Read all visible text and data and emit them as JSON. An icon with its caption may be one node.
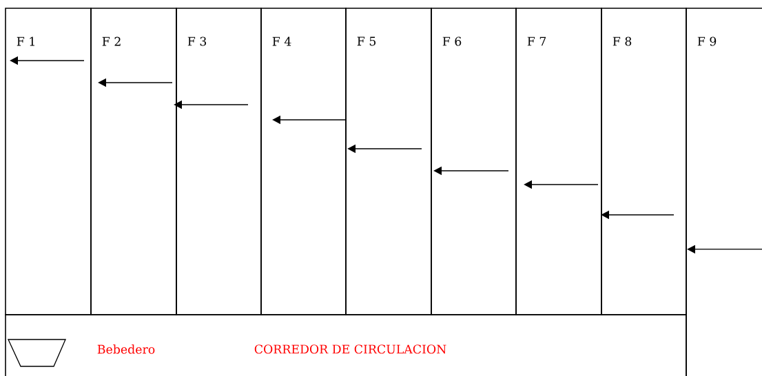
{
  "diagram": {
    "nodes": [
      {
        "text": [
          "F 1"
        ]
      },
      {
        "text": [
          "F 2"
        ]
      },
      {
        "text": [
          "F 3"
        ]
      },
      {
        "text": [
          "F 4"
        ]
      },
      {
        "text": [
          "F 5"
        ]
      },
      {
        "text": [
          "F 6"
        ]
      },
      {
        "text": [
          "F 7"
        ]
      },
      {
        "text": [
          "F 8"
        ]
      },
      {
        "text": [
          "F 9"
        ]
      },
      {
        "text": [
          "CORREDOR DE CIRCULACION"
        ]
      },
      {
        "text": [],
        "shape": "trapezoid",
        "beside": [
          "Bebedero"
        ],
        "in": 9
      }
    ]
  }
}
